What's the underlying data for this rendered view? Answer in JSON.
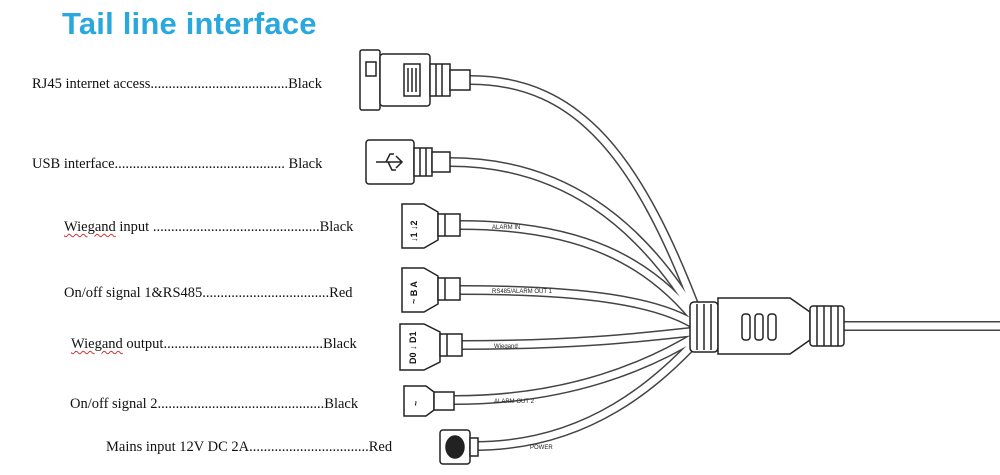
{
  "title": "Tail line interface",
  "connectors": [
    {
      "name": "RJ45 internet access",
      "dots": "......................................",
      "color": "Black"
    },
    {
      "name": "USB interface",
      "dots": "...............................................",
      "color": "Black"
    },
    {
      "name": "Wiegand",
      "name2": " input ",
      "dots": "..............................................",
      "color": "Black",
      "cable_label": "ALARM IN",
      "port_label": "↓1 ↓2"
    },
    {
      "name": "On/off signal 1&RS485",
      "dots": "...................................",
      "color": "Red",
      "cable_label": "RS485/ALARM OUT 1",
      "port_label": "~ B A"
    },
    {
      "name": "Wiegand",
      "name2": " output",
      "dots": "............................................",
      "color": "Black",
      "cable_label": "Wiegand",
      "port_label": "D0 ↓ D1"
    },
    {
      "name": "On/off signal 2",
      "dots": "..............................................",
      "color": "Black",
      "cable_label": "ALARM OUT 2",
      "port_label": "~"
    },
    {
      "name": "Mains input 12V DC 2A",
      "dots": ".................................",
      "color": "Red",
      "cable_label": "POWER"
    }
  ]
}
